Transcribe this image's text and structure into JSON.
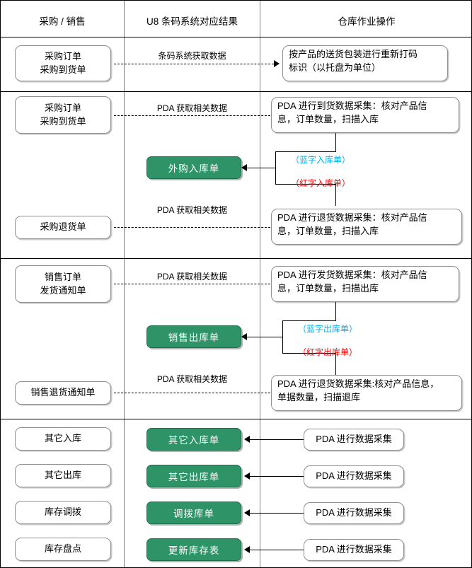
{
  "diagram": {
    "title_columns": [
      {
        "label": "采购 / 销售"
      },
      {
        "label": "U8 条码系统对应结果"
      },
      {
        "label": "仓库作业操作"
      }
    ],
    "colors": {
      "green_fill": "#2e9467",
      "green_border": "#1f6e4b",
      "blue_text": "#00b0f0",
      "red_text": "#ff0000",
      "node_border": "#909090",
      "divider": "#808080"
    },
    "sections": [
      {
        "name": "purchase-order-barcode",
        "left_nodes": [
          {
            "label_line1": "采购订单",
            "label_line2": "采购到货单"
          }
        ],
        "mid_labels": [
          "条码系统获取数据"
        ],
        "right_nodes": [
          {
            "label_line1": "按产品的送货包装进行重新打码",
            "label_line2": "标识（以托盘为单位）"
          }
        ]
      },
      {
        "name": "purchase-arrival-and-return",
        "left_nodes": [
          {
            "label_line1": "采购订单",
            "label_line2": "采购到货单"
          },
          {
            "label_line1": "采购退货单",
            "label_line2": ""
          }
        ],
        "mid_labels": [
          "PDA 获取相关数据",
          "PDA 获取相关数据"
        ],
        "green_nodes": [
          {
            "label": "外购入库单"
          }
        ],
        "right_nodes": [
          {
            "label_line1": "PDA 进行到货数据采集：核对产品信",
            "label_line2": "息，订单数量，扫描入库"
          },
          {
            "label_line1": "PDA 进行退货数据采集：核对产品信",
            "label_line2": "息，订单数量，扫描入库"
          }
        ],
        "annotations": [
          {
            "label": "（蓝字入库单）",
            "color": "blue"
          },
          {
            "label": "（红字入库单）",
            "color": "red"
          }
        ]
      },
      {
        "name": "sales-delivery-and-return",
        "left_nodes": [
          {
            "label_line1": "销售订单",
            "label_line2": "发货通知单"
          },
          {
            "label_line1": "销售退货通知单",
            "label_line2": ""
          }
        ],
        "mid_labels": [
          "PDA 获取相关数据",
          "PDA 获取相关数据"
        ],
        "green_nodes": [
          {
            "label": "销售出库单"
          }
        ],
        "right_nodes": [
          {
            "label_line1": "PDA 进行发货数据采集：核对产品信",
            "label_line2": "息，订单数量，扫描出库"
          },
          {
            "label_line1": "PDA 进行退货数据采集:核对产品信息，",
            "label_line2": "单据数量，扫描退库"
          }
        ],
        "annotations": [
          {
            "label": "（蓝字出库单）",
            "color": "blue"
          },
          {
            "label": "（红字出库单）",
            "color": "red"
          }
        ]
      },
      {
        "name": "other-inventory-operations",
        "rows": [
          {
            "left": "其它入库",
            "green": "其它入库单",
            "right": "PDA 进行数据采集"
          },
          {
            "left": "其它出库",
            "green": "其它出库单",
            "right": "PDA 进行数据采集"
          },
          {
            "left": "库存调拨",
            "green": "调拨库单",
            "right": "PDA 进行数据采集"
          },
          {
            "left": "库存盘点",
            "green": "更新库存表",
            "right": "PDA 进行数据采集"
          }
        ]
      }
    ]
  }
}
